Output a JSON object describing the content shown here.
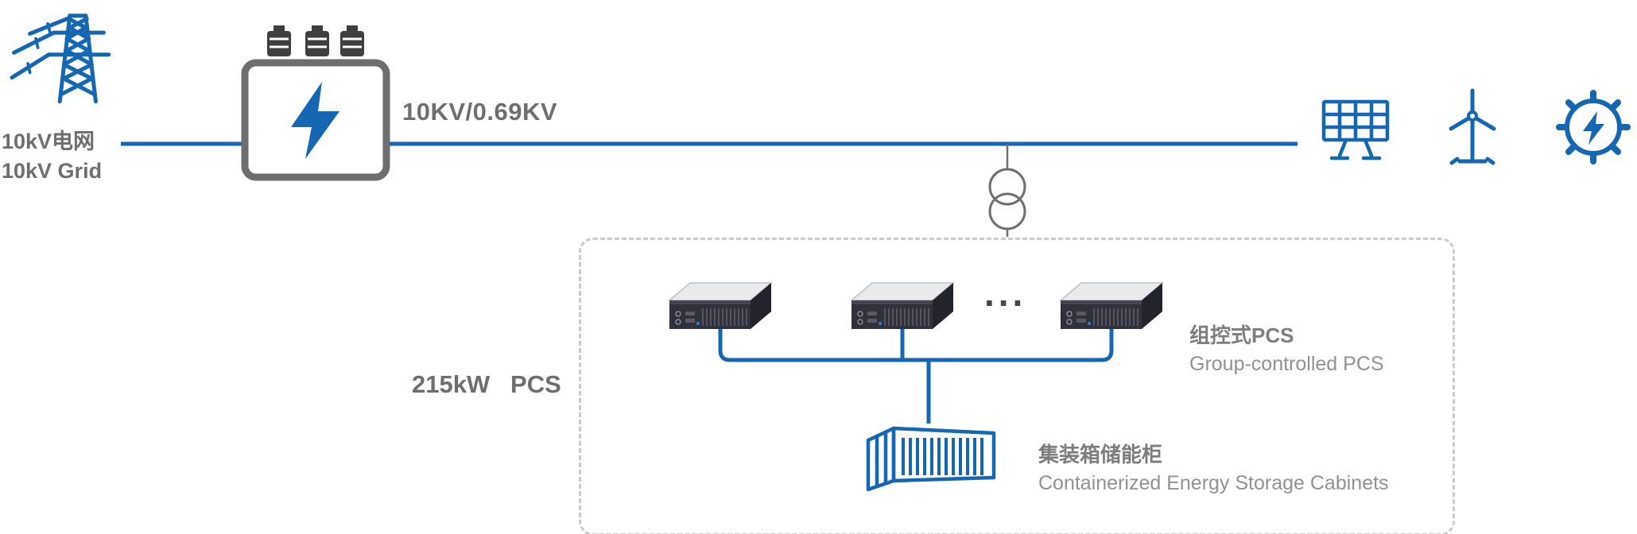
{
  "diagram": {
    "grid": {
      "label_cn": "10kV电网",
      "label_en": "10kV Grid"
    },
    "transformer": {
      "ratio": "10KV/0.69KV"
    },
    "pcs": {
      "power_rating": "215kW   PCS",
      "ellipsis": "...",
      "group_cn": "组控式PCS",
      "group_en": "Group-controlled PCS",
      "visible_units": 3
    },
    "storage": {
      "label_cn": "集装箱储能柜",
      "label_en": "Containerized Energy Storage Cabinets"
    },
    "colors": {
      "line_blue": "#1467b0",
      "text_gray": "#6e6e6e",
      "label_gray": "#929292",
      "dashed_border": "#cbcbcb",
      "pcs_body_dark": "#31313c",
      "pcs_top_light": "#e9eaeb"
    },
    "icons": [
      "grid-tower-icon",
      "transformer-icon",
      "solar-panel-icon",
      "wind-turbine-icon",
      "gear-lightning-icon",
      "pcs-unit-icon",
      "winding-symbol-icon",
      "container-icon"
    ]
  }
}
